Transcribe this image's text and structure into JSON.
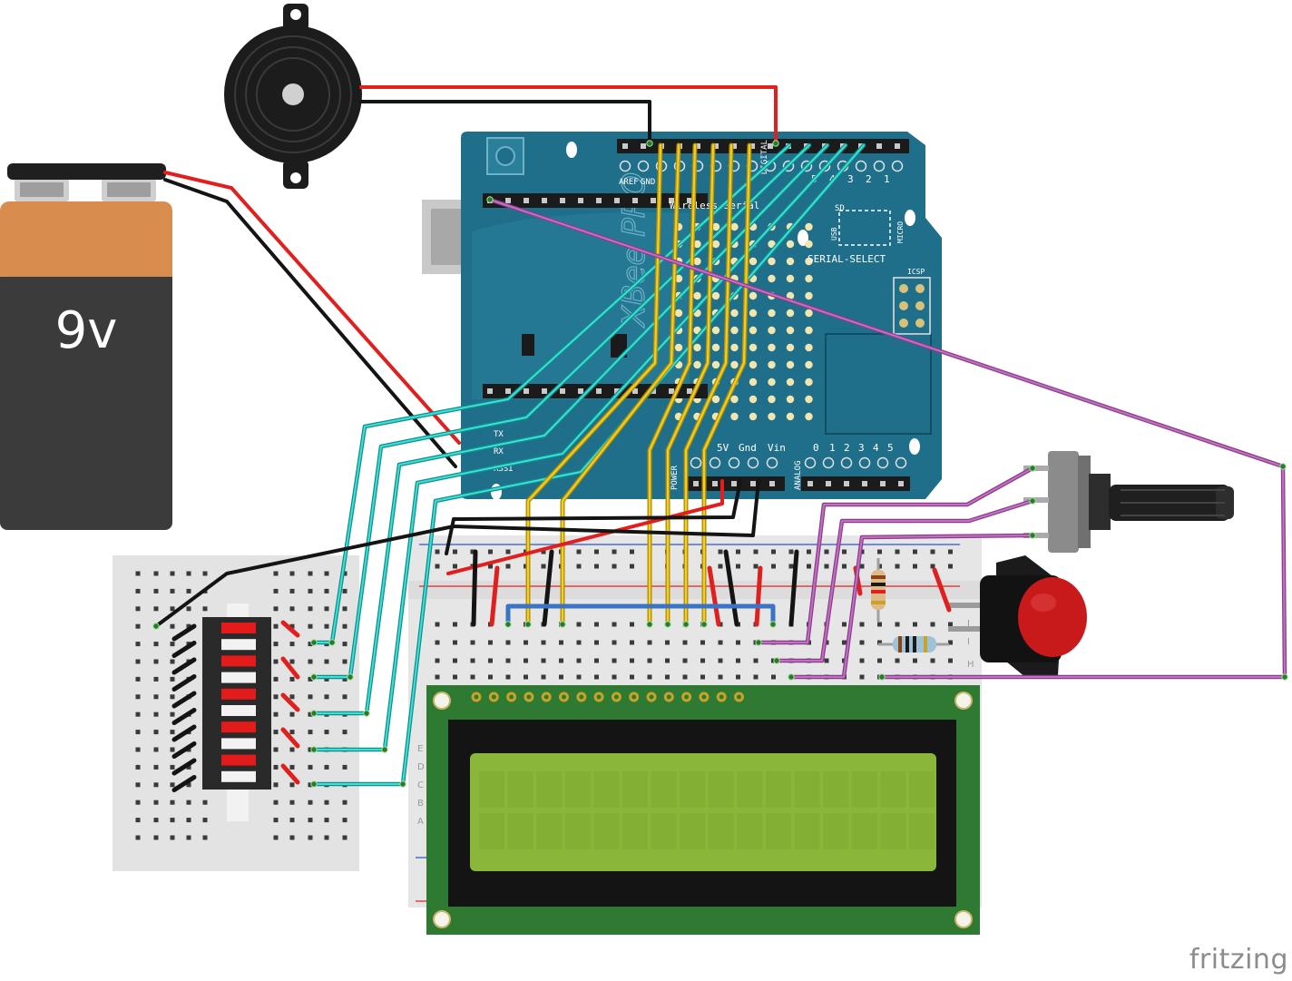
{
  "battery": {
    "label": "9v"
  },
  "arduino_shield": {
    "header_top_labels": [
      "AREF",
      "GND",
      "DIGITAL"
    ],
    "pin_numbers_top": [
      "5",
      "4",
      "3",
      "2",
      "1"
    ],
    "board_labels": [
      "Wireless Serial",
      "SERIAL-SELECT",
      "ICSP",
      "USB",
      "SD",
      "MICRO",
      "XBee PRO",
      "TX",
      "RX",
      "RSSI"
    ],
    "power_labels": [
      "POWER",
      "5V",
      "Gnd",
      "Vin"
    ],
    "analog_label": "ANALOG",
    "analog_numbers": [
      "0",
      "1",
      "2",
      "3",
      "4",
      "5"
    ]
  },
  "breadboard": {
    "row_letters": [
      "J",
      "I",
      "H",
      "E",
      "D",
      "C",
      "B",
      "A"
    ]
  },
  "watermark": {
    "text": "fritzing"
  },
  "colors": {
    "shield_blue": "#1f6f8b",
    "lcd_green": "#8ab63a",
    "lcd_pcb": "#2f7a33",
    "wire_red": "#e01f1f",
    "wire_black": "#141414",
    "wire_cyan": "#28c6c0",
    "wire_yellow": "#d9b300",
    "wire_purple": "#a54ca5",
    "wire_blue": "#3b74c6",
    "button_red": "#c81a1a",
    "battery_copper": "#d88c4e",
    "battery_body": "#3b3b3b"
  }
}
